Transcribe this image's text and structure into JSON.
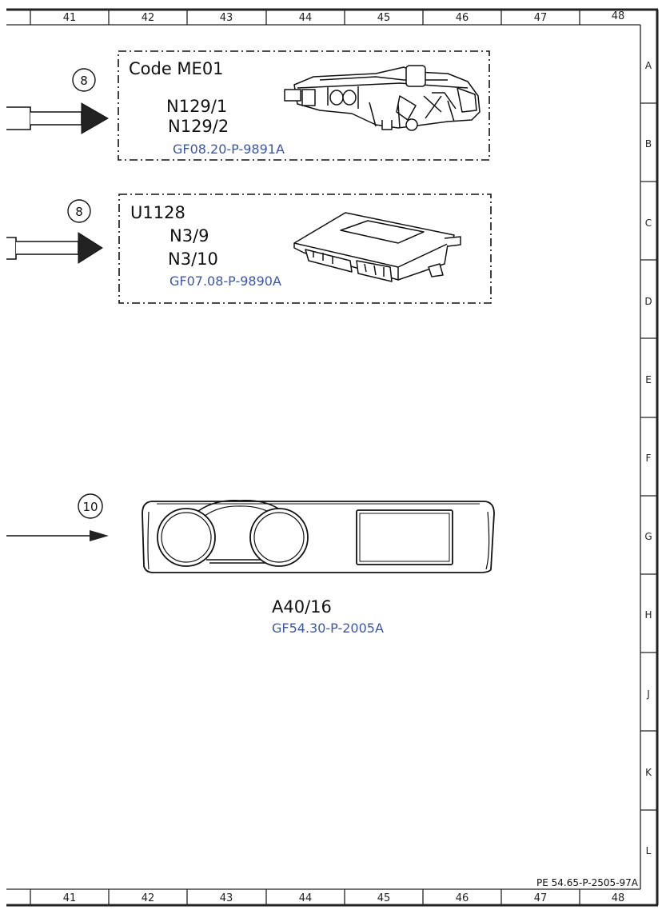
{
  "columns": [
    "41",
    "42",
    "43",
    "44",
    "45",
    "46",
    "47",
    "48"
  ],
  "rows": [
    "A",
    "B",
    "C",
    "D",
    "E",
    "F",
    "G",
    "H",
    "J",
    "K",
    "L"
  ],
  "modules": [
    {
      "callout": "8",
      "title": "Code ME01",
      "components": [
        "N129/1",
        "N129/2"
      ],
      "doc_link": "GF08.20-P-9891A",
      "icon": "engine-control-unit-icon"
    },
    {
      "callout": "8",
      "title": "U1128",
      "components": [
        "N3/9",
        "N3/10"
      ],
      "doc_link": "GF07.08-P-9890A",
      "icon": "control-module-box-icon"
    }
  ],
  "cluster": {
    "callout": "10",
    "label": "A40/16",
    "doc_link": "GF54.30-P-2005A",
    "icon": "instrument-cluster-icon"
  },
  "doc_reference": "PE 54.65-P-2505-97A"
}
